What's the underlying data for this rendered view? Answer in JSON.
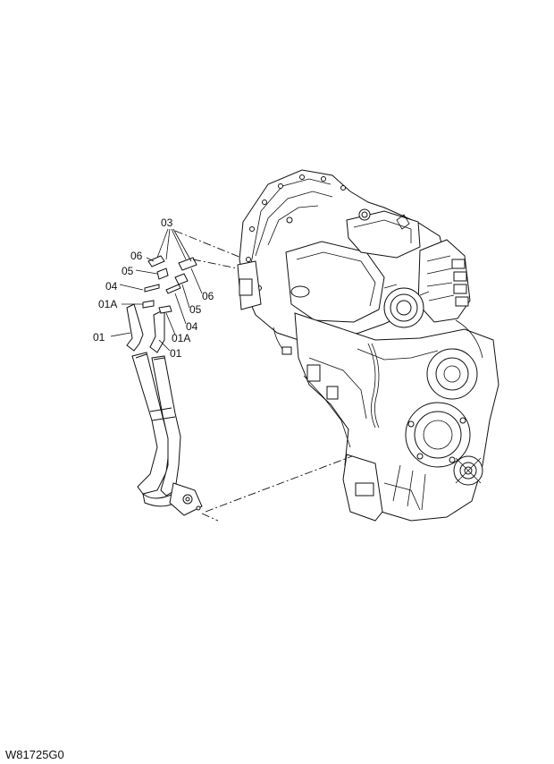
{
  "drawing_code": "W81725G0",
  "part_labels": {
    "p03": "03",
    "p06_left": "06",
    "p05_left": "05",
    "p04_left": "04",
    "p01A_left": "01A",
    "p01_left": "01",
    "p06_right": "06",
    "p05_right": "05",
    "p04_right": "04",
    "p01A_right": "01A",
    "p01_right": "01"
  }
}
